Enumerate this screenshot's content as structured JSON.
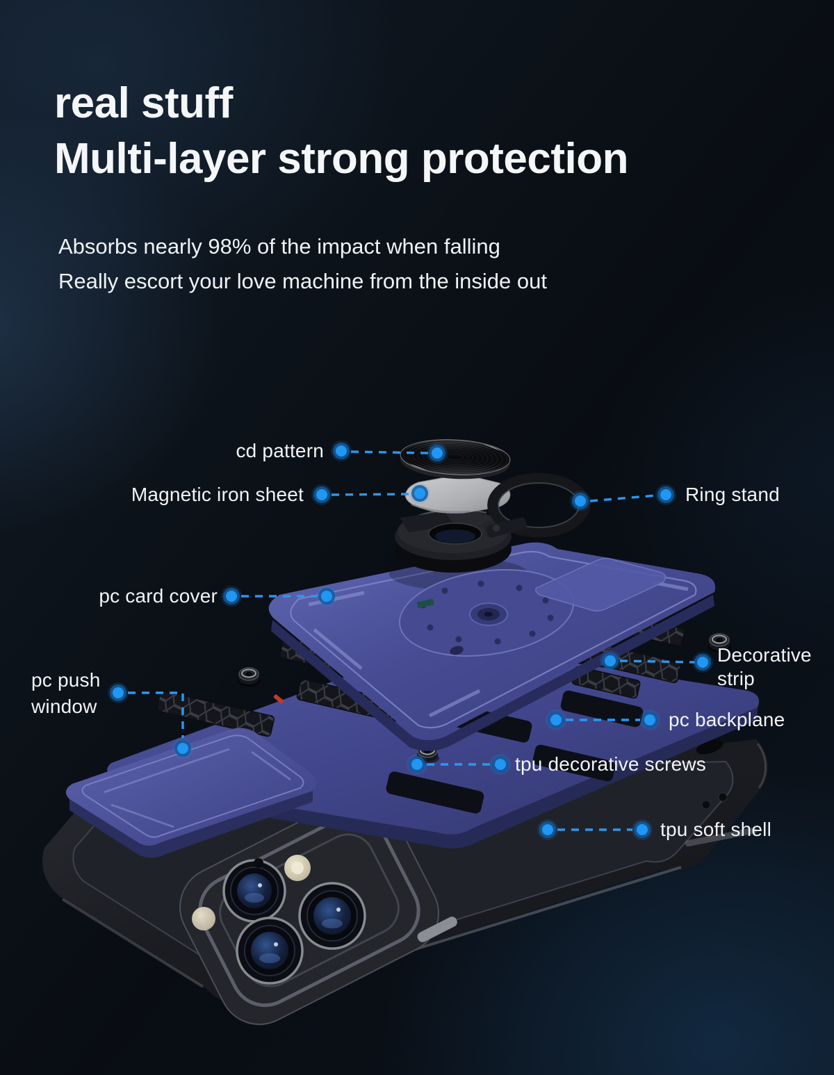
{
  "page": {
    "title_line1": "real stuff",
    "title_line2": "Multi-layer strong protection",
    "subtitle_line1": "Absorbs nearly 98% of the impact when falling",
    "subtitle_line2": "Really escort your love machine from the inside out"
  },
  "callouts": {
    "cd_pattern": "cd pattern",
    "magnetic_iron_sheet": "Magnetic iron sheet",
    "ring_stand": "Ring stand",
    "pc_card_cover": "pc card cover",
    "decorative_strip": "Decorative strip",
    "pc_push_window": "pc push window",
    "pc_backplane": "pc backplane",
    "tpu_decorative_screws": "tpu decorative screws",
    "tpu_soft_shell": "tpu soft shell"
  },
  "colors": {
    "callout_accent": "#2196f3",
    "case_blue": "#4a4f93",
    "shell_black": "#17181c",
    "iron_sheet_gray": "#b9babd",
    "text": "#f2f5f8"
  }
}
